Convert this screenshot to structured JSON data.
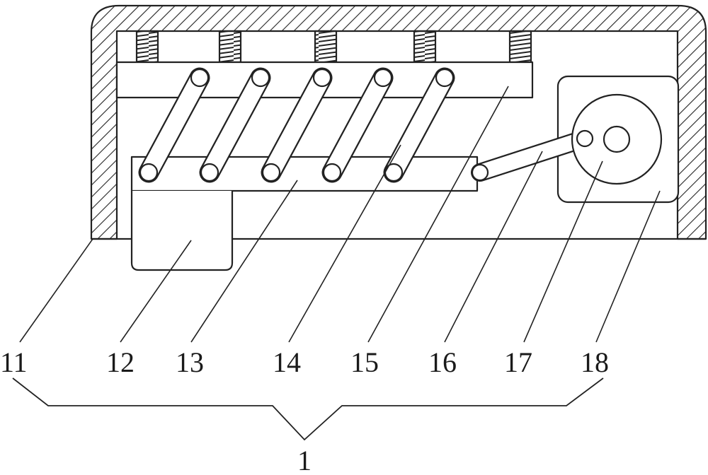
{
  "diagram": {
    "callouts": [
      {
        "id": "c11",
        "text": "11"
      },
      {
        "id": "c12",
        "text": "12"
      },
      {
        "id": "c13",
        "text": "13"
      },
      {
        "id": "c14",
        "text": "14"
      },
      {
        "id": "c15",
        "text": "15"
      },
      {
        "id": "c16",
        "text": "16"
      },
      {
        "id": "c17",
        "text": "17"
      },
      {
        "id": "c18",
        "text": "18"
      }
    ],
    "assembly_label": "1"
  }
}
